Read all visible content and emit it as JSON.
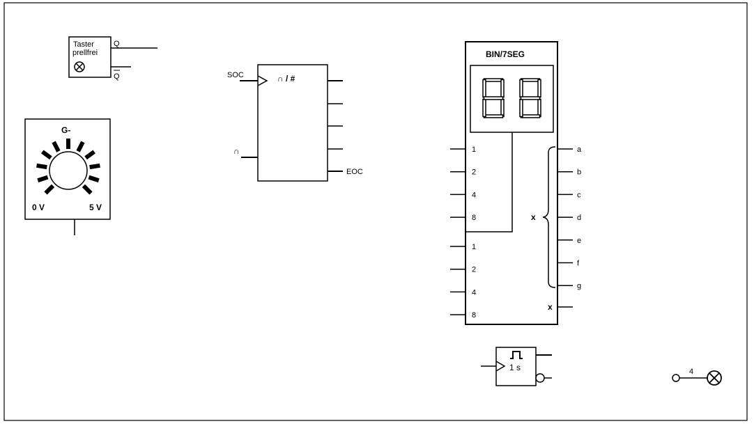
{
  "debounced_button": {
    "title_line1": "Taster",
    "title_line2": "prellfrei",
    "out_q": "Q",
    "out_q_bar": "Q"
  },
  "voltage_source": {
    "title": "G-",
    "min_label": "0 V",
    "max_label": "5 V"
  },
  "adc": {
    "symbol": "∩ / #",
    "soc_label": "SOC",
    "analog_input_label": "∩",
    "eoc_label": "EOC"
  },
  "decoder": {
    "title": "BIN/7SEG",
    "inputs_upper": [
      "1",
      "2",
      "4",
      "8"
    ],
    "inputs_lower": [
      "1",
      "2",
      "4",
      "8"
    ],
    "segment_outputs": [
      "a",
      "b",
      "c",
      "d",
      "e",
      "f",
      "g"
    ],
    "brace_label": "x",
    "extra_output": "x"
  },
  "monoflop": {
    "duration": "1 s"
  },
  "lamp": {
    "wire_label": "4"
  }
}
